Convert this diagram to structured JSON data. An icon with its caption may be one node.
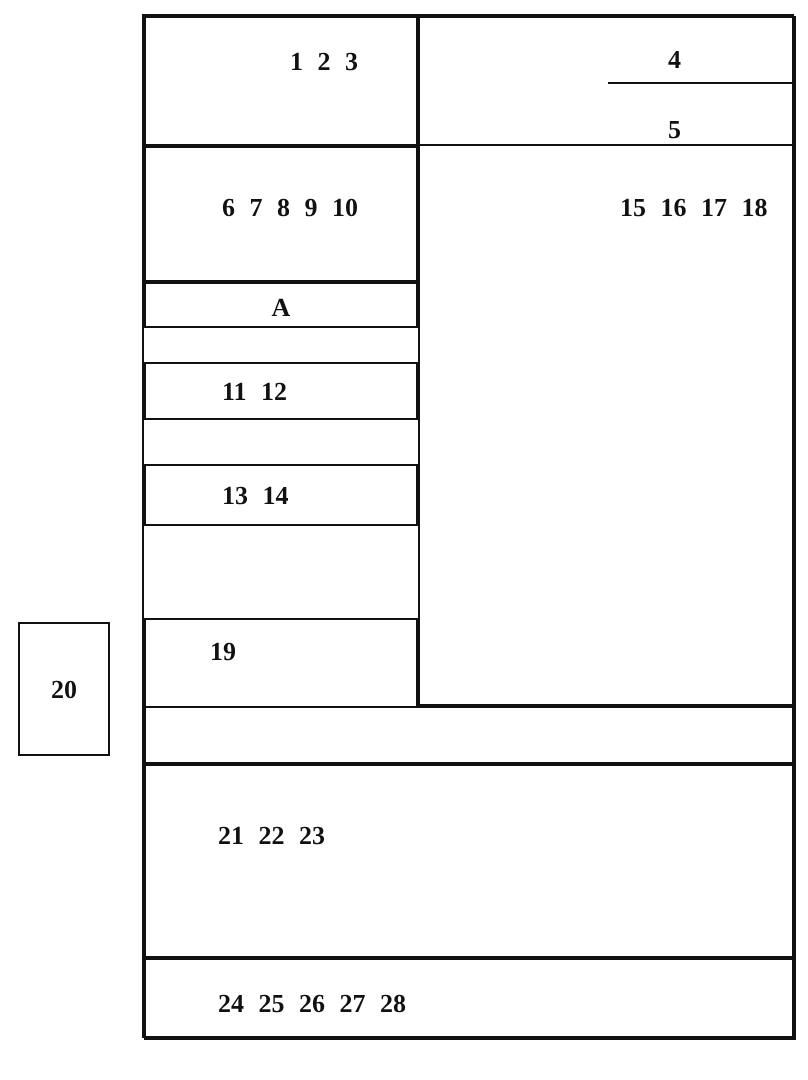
{
  "diagram": {
    "nodes": [
      {
        "text": [],
        "shape": "box"
      },
      {
        "text": [
          "1 2 3"
        ],
        "in": 0
      },
      {
        "text": [
          "4",
          "5"
        ],
        "in": 0
      },
      {
        "text": [
          "6 7 8 9 10"
        ],
        "in": 0
      },
      {
        "text": [
          "15 16 17 18"
        ],
        "in": 0
      },
      {
        "text": [
          "A"
        ],
        "in": 0
      },
      {
        "text": [
          "11 12"
        ],
        "in": 0
      },
      {
        "text": [
          "13 14"
        ],
        "in": 0
      },
      {
        "text": [
          "19"
        ],
        "in": 0
      },
      {
        "text": [
          "20"
        ]
      },
      {
        "text": [],
        "shape": "box",
        "in": 0
      },
      {
        "text": [
          "21 22 23"
        ],
        "in": 0
      },
      {
        "text": [
          "24 25 26 27 28"
        ],
        "in": 0
      }
    ]
  }
}
